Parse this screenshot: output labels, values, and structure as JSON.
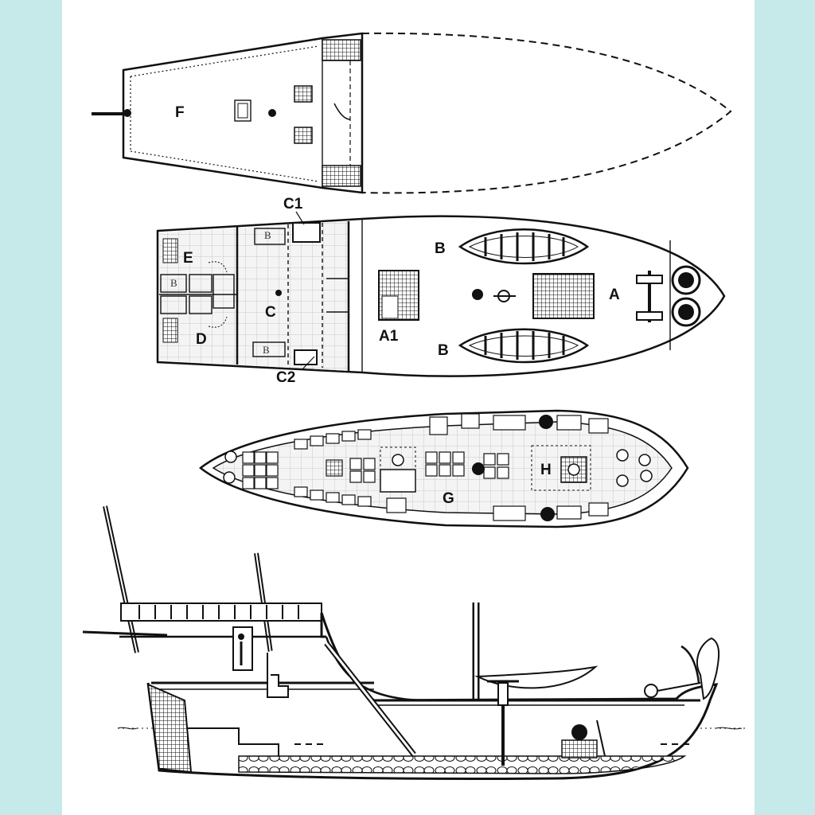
{
  "colors": {
    "background": "#c6e9ea",
    "paper": "#ffffff",
    "ink": "#111111"
  },
  "labels": {
    "A": "A",
    "A1": "A1",
    "B_port": "B",
    "B_starboard": "B",
    "C": "C",
    "C1": "C1",
    "C2": "C2",
    "D": "D",
    "E": "E",
    "F": "F",
    "G": "G",
    "H": "H",
    "berth_1": "B",
    "berth_2": "B",
    "berth_3": "B"
  }
}
